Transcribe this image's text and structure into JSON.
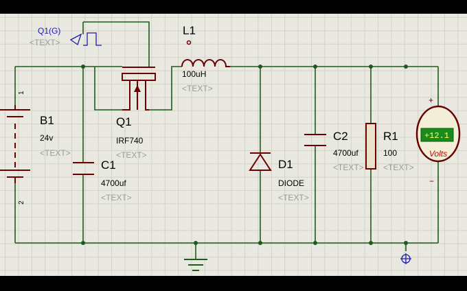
{
  "probe": {
    "name": "Q1(G)",
    "text": "<TEXT>"
  },
  "battery": {
    "ref": "B1",
    "value": "24v",
    "text": "<TEXT>",
    "pin_top": "1",
    "pin_bottom": "2"
  },
  "cap1": {
    "ref": "C1",
    "value": "4700uf",
    "text": "<TEXT>"
  },
  "mosfet": {
    "ref": "Q1",
    "value": "IRF740",
    "text": "<TEXT>"
  },
  "inductor": {
    "ref": "L1",
    "value": "100uH",
    "text": "<TEXT>"
  },
  "diode": {
    "ref": "D1",
    "value": "DIODE",
    "text": "<TEXT>"
  },
  "cap2": {
    "ref": "C2",
    "value": "4700uf",
    "text": "<TEXT>"
  },
  "resistor": {
    "ref": "R1",
    "value": "100",
    "text": "<TEXT>"
  },
  "voltmeter": {
    "reading": "+12.1",
    "unit": "Volts",
    "plus": "+",
    "minus": "−"
  },
  "colors": {
    "background": "#e9e9e1",
    "wire": "#1c5a1c",
    "component": "#6a0000",
    "meter_display": "#1a8a1a",
    "meter_text": "#c80000",
    "placeholder_text": "#9a9a9a"
  }
}
